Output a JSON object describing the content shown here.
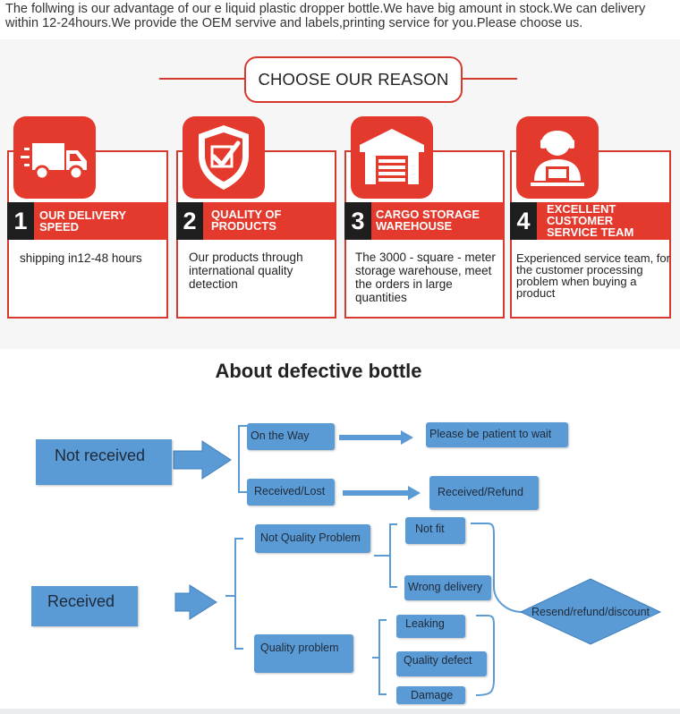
{
  "intro_text": "The follwing is our advantage of our e liquid plastic dropper bottle.We have big amount in stock.We can delivery within 12-24hours.We provide the OEM servive and labels,printing service for you.Please choose us.",
  "reason": {
    "title": "CHOOSE OUR REASON",
    "accent_color": "#e43a2d",
    "cards": [
      {
        "num": "1",
        "label": "OUR DELIVERY SPEED",
        "icon": "delivery-truck-icon",
        "text": "shipping in12-48 hours"
      },
      {
        "num": "2",
        "label": "QUALITY OF PRODUCTS",
        "icon": "quality-shield-icon",
        "text": "Our products through international quality detection"
      },
      {
        "num": "3",
        "label": "CARGO STORAGE WAREHOUSE",
        "icon": "warehouse-icon",
        "text": "The 3000 - square - meter storage warehouse, meet the orders in large quantities"
      },
      {
        "num": "4",
        "label": "EXCELLENT CUSTOMER SERVICE TEAM",
        "icon": "customer-service-icon",
        "text": "Experienced service team, for the customer processing problem when buying a product"
      }
    ]
  },
  "defect": {
    "title": "About defective bottle",
    "box_color": "#5b9bd5",
    "not_received": "Not received",
    "on_the_way": "On the Way",
    "be_patient": "Please be patient to wait",
    "received_lost": "Received/Lost",
    "received_refund": "Received/Refund",
    "received": "Received",
    "not_quality_problem": "Not Quality Problem",
    "not_fit": "Not fit",
    "wrong_delivery": "Wrong delivery",
    "quality_problem": "Quality problem",
    "leaking": "Leaking",
    "quality_defect": "Quality defect",
    "damage": "Damage",
    "resolution": "Resend/refund/discount"
  }
}
